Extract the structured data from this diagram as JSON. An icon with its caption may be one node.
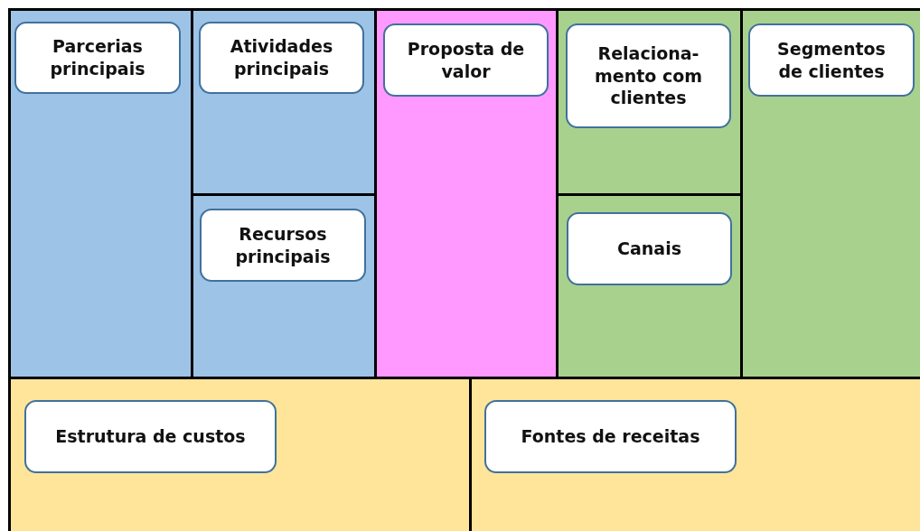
{
  "diagram": {
    "nodes": [
      {
        "text": [],
        "shape": "box"
      },
      {
        "text": [
          "Parcerias principais"
        ],
        "in": 0
      },
      {
        "text": [],
        "shape": "box"
      },
      {
        "text": [
          "Atividades principais"
        ],
        "in": 2
      },
      {
        "text": [],
        "shape": "box"
      },
      {
        "text": [
          "Recursos principais"
        ],
        "in": 4
      },
      {
        "text": [],
        "shape": "box"
      },
      {
        "text": [
          "Proposta de valor"
        ],
        "in": 6
      },
      {
        "text": [],
        "shape": "box"
      },
      {
        "text": [
          "Relaciona- mento com clientes"
        ],
        "in": 8
      },
      {
        "text": [],
        "shape": "box"
      },
      {
        "text": [
          "Canais"
        ],
        "in": 10
      },
      {
        "text": [],
        "shape": "box"
      },
      {
        "text": [
          "Segmentos de clientes"
        ],
        "in": 12
      },
      {
        "text": [],
        "shape": "box"
      },
      {
        "text": [
          "Estrutura de custos"
        ],
        "in": 14
      },
      {
        "text": [],
        "shape": "box"
      },
      {
        "text": [
          "Fontes de receitas"
        ],
        "in": 16
      }
    ]
  }
}
